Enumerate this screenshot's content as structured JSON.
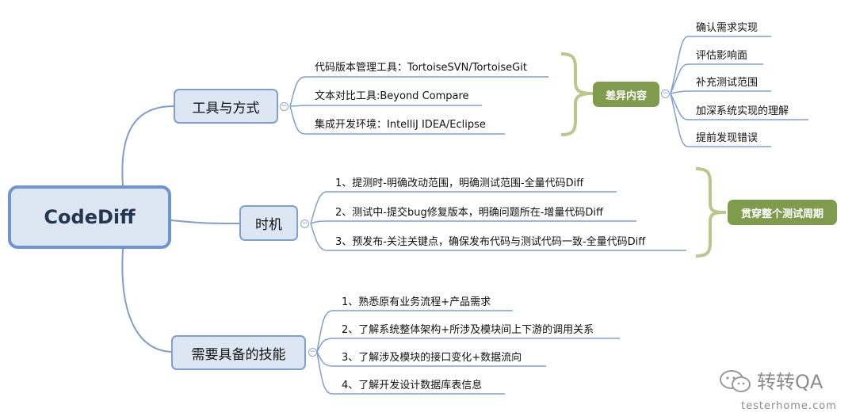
{
  "root": {
    "label": "CodeDiff"
  },
  "branches": [
    {
      "label": "工具与方式",
      "items": [
        "代码版本管理工具：TortoiseSVN/TortoiseGit",
        "文本对比工具:Beyond Compare",
        "集成开发环境：IntelliJ IDEA/Eclipse"
      ],
      "summary": {
        "label": "差异内容",
        "items": [
          "确认需求实现",
          "评估影响面",
          "补充测试范围",
          "加深系统实现的理解",
          "提前发现错误"
        ]
      }
    },
    {
      "label": "时机",
      "items": [
        "1、提测时-明确改动范围，明确测试范围-全量代码Diff",
        "2、测试中-提交bug修复版本，明确问题所在-增量代码Diff",
        "3、预发布-关注关键点，确保发布代码与测试代码一致-全量代码Diff"
      ],
      "summary": {
        "label": "贯穿整个测试周期"
      }
    },
    {
      "label": "需要具备的技能",
      "items": [
        "1、熟悉原有业务流程+产品需求",
        "2、了解系统整体架构+所涉及模块间上下游的调用关系",
        "3、了解涉及模块的接口变化+数据流向",
        "4、了解开发设计数据库表信息"
      ]
    }
  ],
  "watermark": {
    "brand": "转转QA",
    "site": "testerhome.com"
  },
  "colors": {
    "line": "#7e9fcf",
    "bracket": "#b6c98a",
    "summary": "#7f9b4e",
    "node_fill": "#dde7f4"
  }
}
